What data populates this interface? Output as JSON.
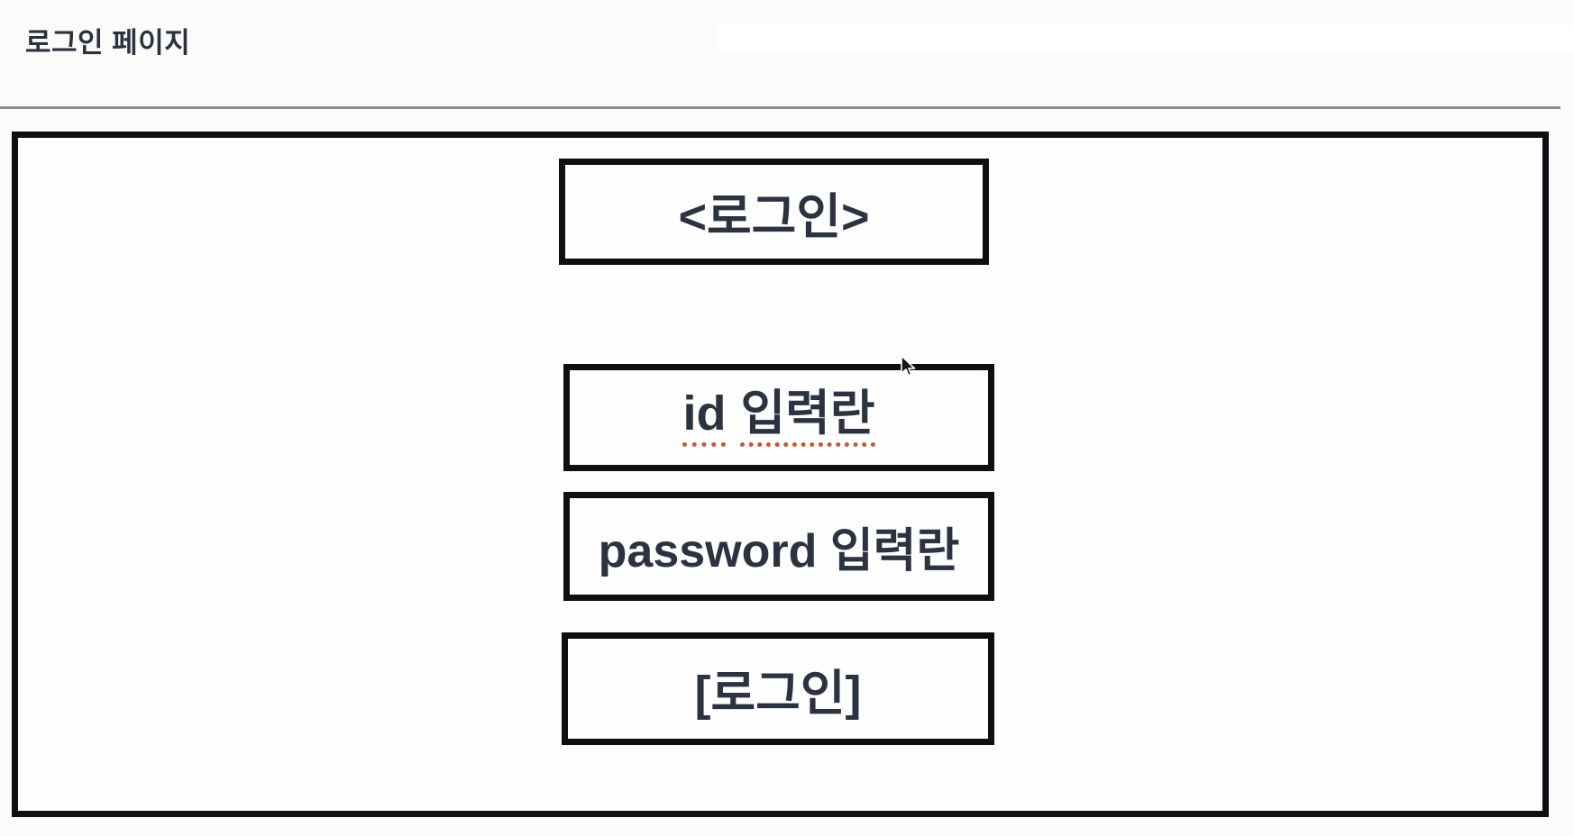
{
  "header": {
    "title": "로그인 페이지"
  },
  "wireframe": {
    "login_header": {
      "label": "<로그인>"
    },
    "id_field": {
      "word1": "id",
      "word2": "입력란"
    },
    "password_field": {
      "label": "password 입력란"
    },
    "login_button": {
      "label": "[로그인]"
    }
  },
  "icons": {
    "cursor": "arrow-pointer"
  },
  "colors": {
    "ink": "#2c3340",
    "box_border": "#0d0f12",
    "box_background": "#fefefe",
    "page_background": "#fbfbfa",
    "divider": "#8d8d8d",
    "spellcheck_underline": "#c4573e"
  }
}
